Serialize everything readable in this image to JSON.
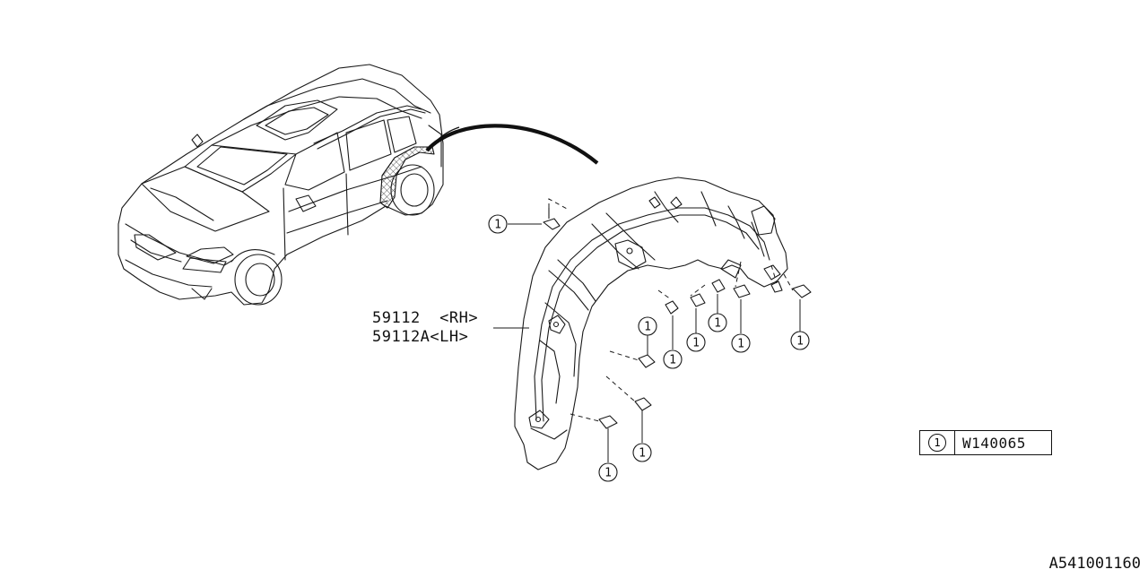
{
  "diagram": {
    "part_labels": [
      {
        "number": "59112",
        "side": "<RH>"
      },
      {
        "number": "59112A",
        "side": "<LH>"
      }
    ],
    "callout_symbol": "1",
    "legend": {
      "symbol": "1",
      "part_code": "W140065"
    },
    "figure_code": "A541001160"
  }
}
